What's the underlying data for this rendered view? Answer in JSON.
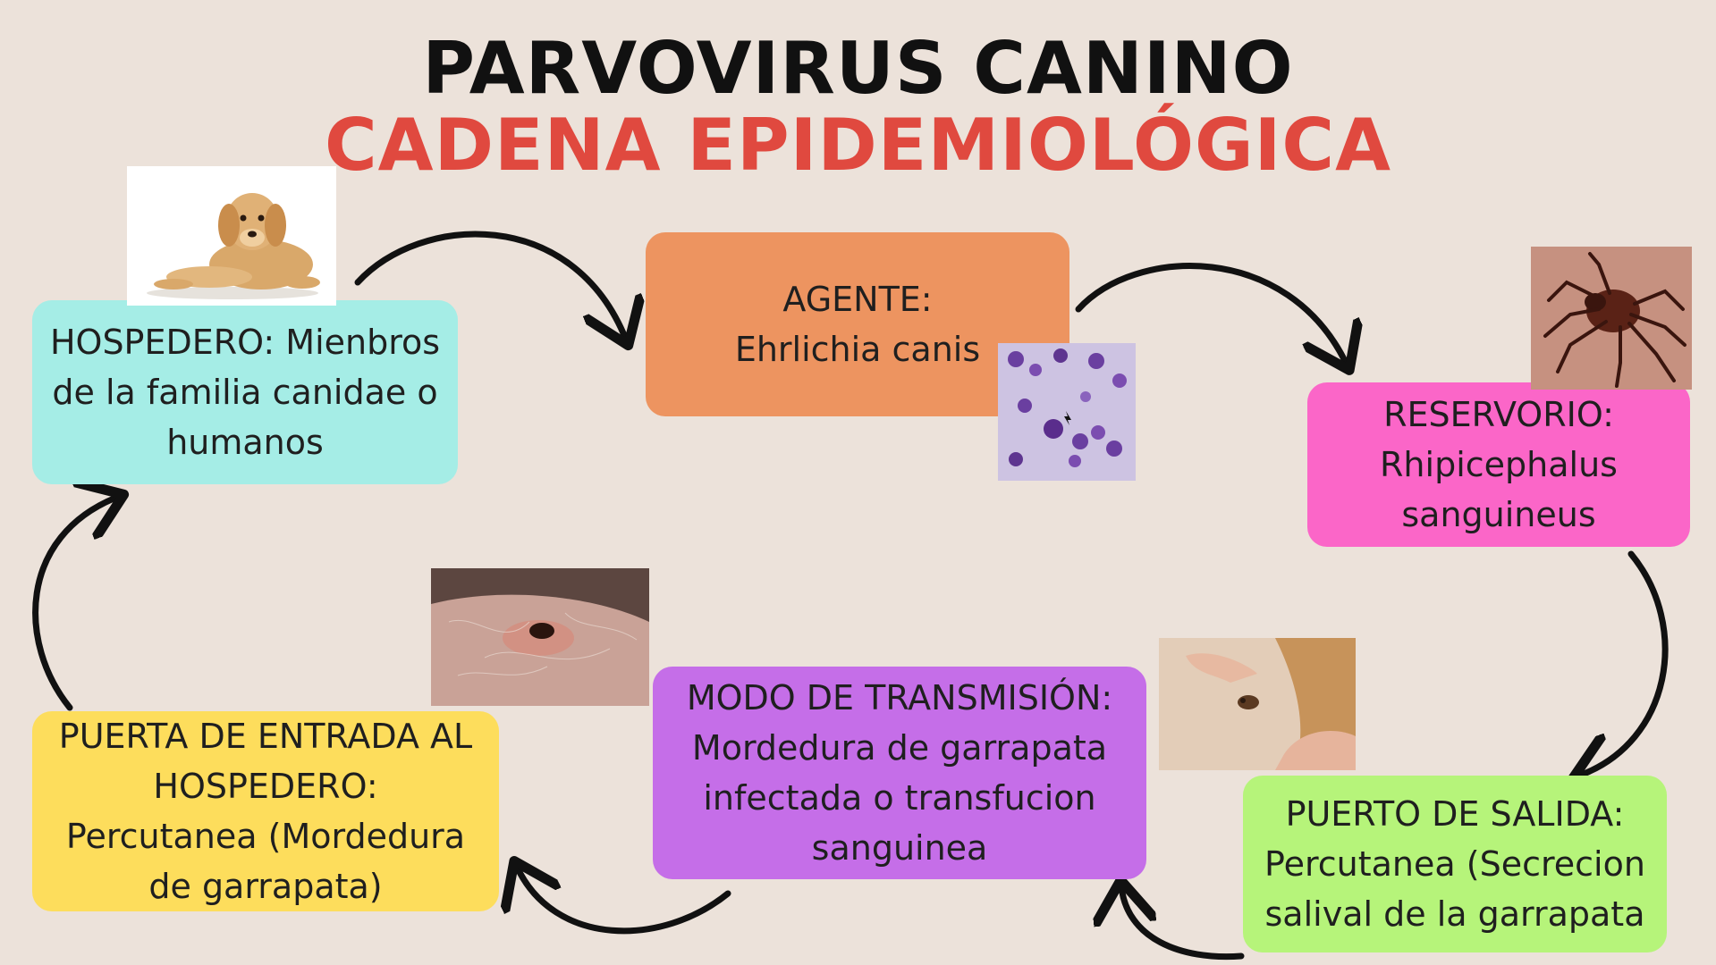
{
  "title": {
    "line1": "PARVOVIRUS CANINO",
    "line2": "CADENA EPIDEMIOLÓGICA"
  },
  "nodes": {
    "agente": {
      "lines": [
        "AGENTE:",
        "Ehrlichia canis"
      ],
      "color": "#ed9460"
    },
    "hospedero": {
      "lines": [
        "HOSPEDERO: Mienbros",
        "de la familia canidae o",
        "humanos"
      ],
      "color": "#a5ede6"
    },
    "reservorio": {
      "lines": [
        "RESERVORIO:",
        "Rhipicephalus",
        "sanguineus"
      ],
      "color": "#fb66c8"
    },
    "puerto_salida": {
      "lines": [
        "PUERTO DE SALIDA:",
        "Percutanea (Secrecion",
        "salival de la garrapata"
      ],
      "color": "#b6f47a"
    },
    "modo_transmision": {
      "lines": [
        "MODO DE TRANSMISIÓN:",
        "Mordedura de garrapata",
        "infectada o transfucion",
        "sanguinea"
      ],
      "color": "#c56ee8"
    },
    "puerta_entrada": {
      "lines": [
        "PUERTA DE ENTRADA AL",
        "HOSPEDERO:",
        "Percutanea (Mordedura",
        "de garrapata)"
      ],
      "color": "#fddd5c"
    }
  },
  "images": {
    "hospedero": "puppy-photo",
    "agente": "blood-smear-photo",
    "reservorio": "tick-photo",
    "puerta_entrada": "tick-on-skin-photo",
    "puerto_salida": "tick-on-dog-photo"
  },
  "colors": {
    "background": "#ece2da",
    "title_line1": "#111111",
    "title_line2": "#e0493f",
    "arrows": "#111111"
  }
}
